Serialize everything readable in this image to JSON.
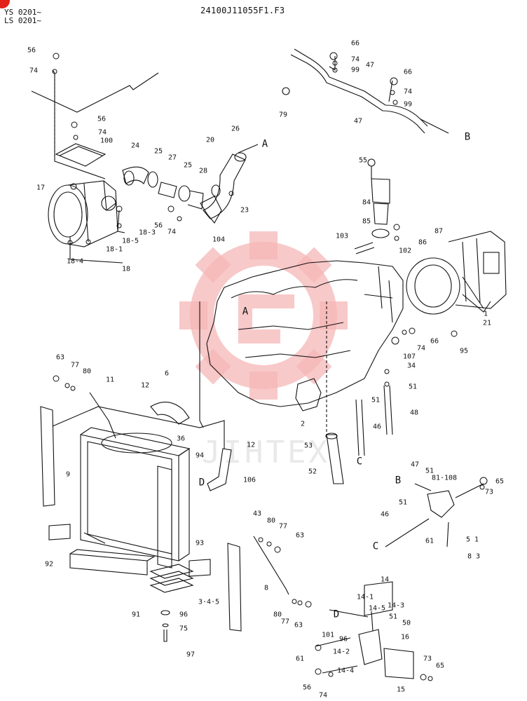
{
  "header": {
    "series_line1": "YS 0201~",
    "series_line2": "LS 0201~",
    "figure_code": "24100J11055F1.F3"
  },
  "colors": {
    "ink": "#111111",
    "watermark": "#f6b7b7",
    "badge": "#e2231a",
    "background": "#ffffff"
  },
  "watermark": {
    "text": "JIHTEX",
    "icon": "gear-logo-icon"
  },
  "labels": {
    "p56a": "56",
    "p74a": "74",
    "p56b": "56",
    "p74b": "74",
    "p100": "100",
    "p17": "17",
    "p24": "24",
    "p25a": "25",
    "p27": "27",
    "p25b": "25",
    "p28": "28",
    "p20": "20",
    "p26": "26",
    "refA1": "A",
    "p23": "23",
    "p104": "104",
    "p56c": "56",
    "p74c": "74",
    "p18_3": "18-3",
    "p18_5": "18-5",
    "p18_1": "18-1",
    "p18_4": "18-4",
    "p18": "18",
    "p66a": "66",
    "p74d": "74",
    "p99a": "99",
    "p47a": "47",
    "p79": "79",
    "p66b": "66",
    "p74e": "74",
    "p99b": "99",
    "p47b": "47",
    "refB1": "B",
    "p55": "55",
    "p84": "84",
    "p85": "85",
    "p87": "87",
    "p86": "86",
    "p103": "103",
    "p102": "102",
    "p1": "1",
    "p21": "21",
    "refA2": "A",
    "p66c": "66",
    "p74f": "74",
    "p107": "107",
    "p95": "95",
    "p34": "34",
    "p51a": "51",
    "p51b": "51",
    "p48": "48",
    "p46a": "46",
    "refC1": "C",
    "p53": "53",
    "p52": "52",
    "p2": "2",
    "p63a": "63",
    "p77a": "77",
    "p80a": "80",
    "p11": "11",
    "p12a": "12",
    "p6": "6",
    "p36": "36",
    "p12b": "12",
    "p94": "94",
    "refD1": "D",
    "p106": "106",
    "p9": "9",
    "p47c": "47",
    "p51c": "51",
    "p81_108": "81·108",
    "p65a": "65",
    "p73a": "73",
    "refB2": "B",
    "p51d": "51",
    "p46b": "46",
    "p61a": "61",
    "p51e": "5 1",
    "refC2": "C",
    "p83": "8 3",
    "p43": "43",
    "p80b": "80",
    "p77b": "77",
    "p63b": "63",
    "p93": "93",
    "p92": "92",
    "p91": "91",
    "p8": "8",
    "p3_4_5": "3·4·5",
    "p96a": "96",
    "p75": "75",
    "p97": "97",
    "p80c": "80",
    "p77c": "77",
    "p63c": "63",
    "p14": "14",
    "p14_1": "14-1",
    "p14_5": "14-5",
    "p14_3": "14-3",
    "refD2": "D",
    "p51f": "51",
    "p50": "50",
    "p101": "101",
    "p96b": "96",
    "p16": "16",
    "p61b": "61",
    "p14_2": "14-2",
    "p73b": "73",
    "p65b": "65",
    "p56d": "56",
    "p74g": "74",
    "p14_4": "14-4",
    "p15": "15"
  }
}
